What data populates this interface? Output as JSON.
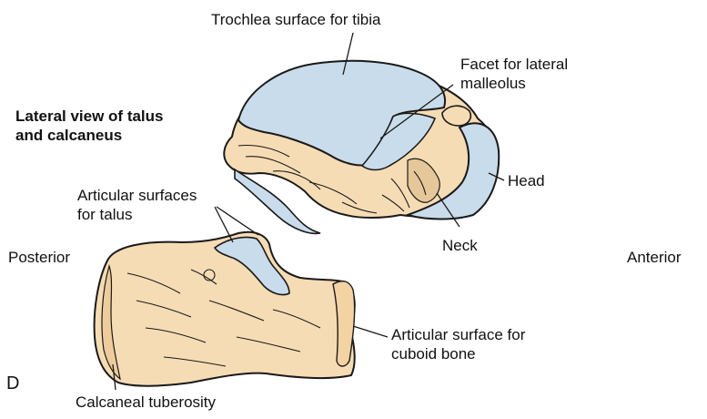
{
  "title": {
    "line1": "Lateral view of talus",
    "line2": "and calcaneus"
  },
  "panel_letter": "D",
  "orientation": {
    "left": "Posterior",
    "right": "Anterior"
  },
  "labels": {
    "trochlea": "Trochlea surface for tibia",
    "facet_line1": "Facet for lateral",
    "facet_line2": "malleolus",
    "head": "Head",
    "neck": "Neck",
    "articular_talus_line1": "Articular surfaces",
    "articular_talus_line2": "for talus",
    "cuboid_line1": "Articular surface for",
    "cuboid_line2": "cuboid bone",
    "tuberosity": "Calcaneal tuberosity"
  },
  "colors": {
    "bone": "#f6dcb4",
    "articular_cartilage": "#c9dceb",
    "outline": "#1a1a1a"
  }
}
